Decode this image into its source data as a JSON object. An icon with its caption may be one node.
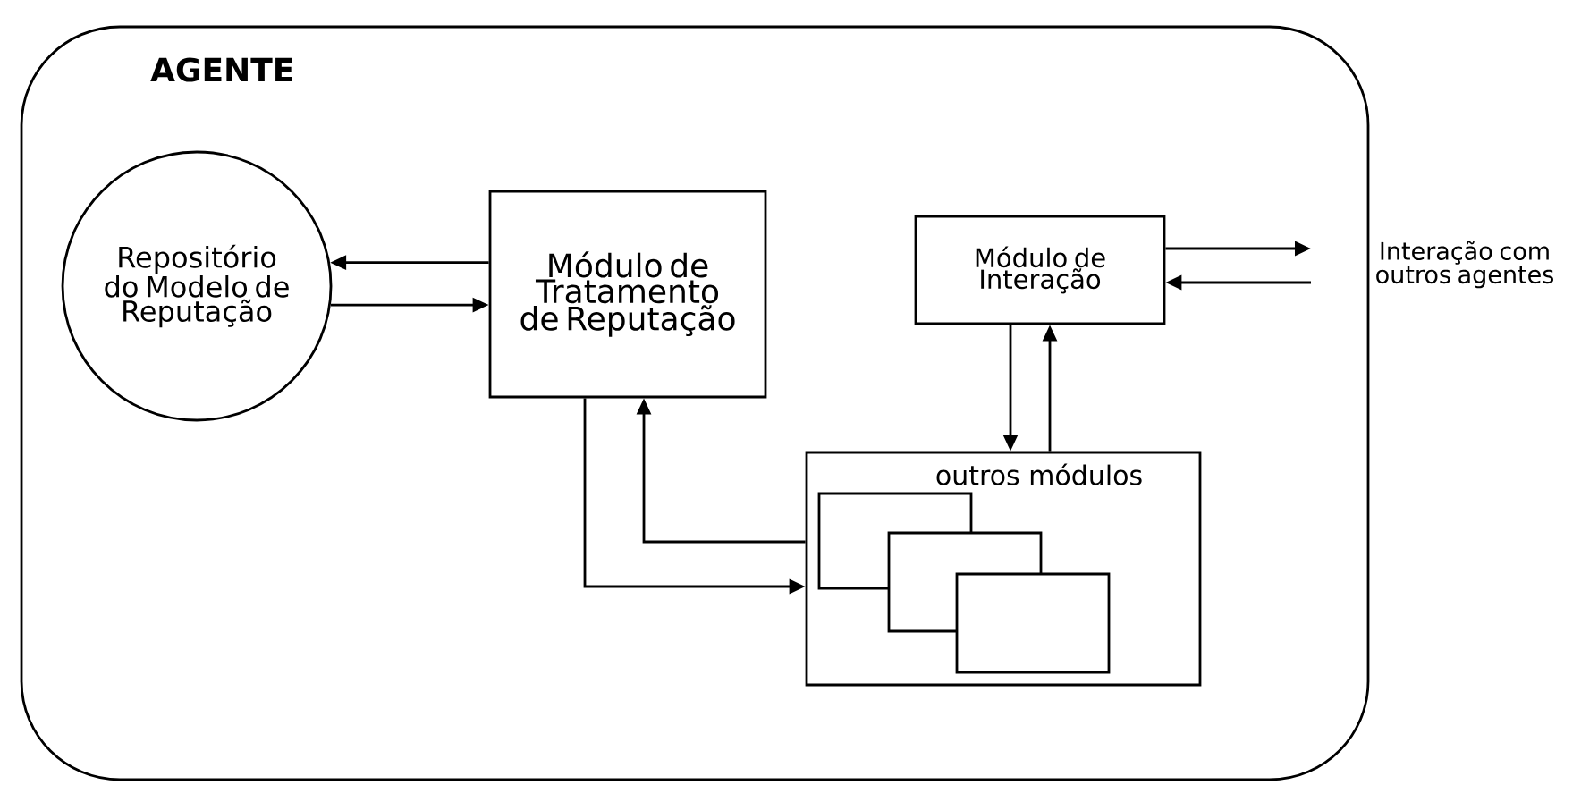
{
  "diagram": {
    "nodes": [
      {
        "text": [
          "AGENTE"
        ]
      },
      {
        "text": [
          "Repositório do Modelo de Reputação"
        ],
        "in": 0
      },
      {
        "text": [
          "Módulo de Tratamento de Reputação"
        ],
        "in": 0
      },
      {
        "text": [
          "Módulo de Interação"
        ],
        "in": 0
      },
      {
        "text": [
          "outros módulos"
        ],
        "in": 0
      },
      {
        "text": [],
        "shape": "box",
        "in": 4
      },
      {
        "text": [],
        "shape": "box",
        "in": 4
      },
      {
        "text": [],
        "shape": "box",
        "in": 4
      },
      {
        "text": [
          "Interação com outros agentes"
        ]
      }
    ],
    "edges": [
      {
        "from": 2,
        "to": 1,
        "arrow": "to"
      },
      {
        "from": 1,
        "to": 2,
        "arrow": "to"
      },
      {
        "from": 2,
        "to": 4,
        "arrow": "to"
      },
      {
        "from": 4,
        "to": 2,
        "arrow": "to"
      },
      {
        "from": 3,
        "to": 4,
        "arrow": "to"
      },
      {
        "from": 4,
        "to": 3,
        "arrow": "to"
      },
      {
        "from": 3,
        "to": 8,
        "arrow": "to"
      },
      {
        "from": 8,
        "to": 3,
        "arrow": "to"
      }
    ]
  }
}
